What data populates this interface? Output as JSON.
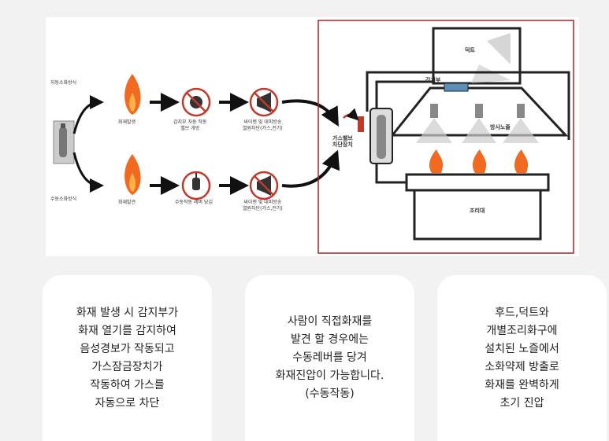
{
  "diagram": {
    "auto_mode": "자동소화방식",
    "manual_mode": "수동소화방식",
    "fire_occur": "화재발생",
    "fire_detect": "화재발견",
    "auto_step2": "감지부 자동 작동\n밸브 개방",
    "manual_step2": "수동작동 레버 당김",
    "alarm_top": "싸이렌 및 대피방송\n열원차단(가스,전기)",
    "alarm_bottom": "싸이렌 및 대피방송\n열원차단(가스,전기)",
    "duct": "덕트",
    "detector": "감지부",
    "nozzle": "방사노즐",
    "gas_valve": "가스밸브\n차단장치",
    "stove": "조리대"
  },
  "cards": [
    {
      "text": "화재 발생 시 감지부가\n화재 열기를 감지하여\n음성경보가 작동되고\n가스잠금장치가\n작동하여 가스를\n자동으로 차단"
    },
    {
      "text": "사람이 직접화재를\n발견 할 경우에는\n수동레버를 당겨\n화재진압이 가능합니다.\n(수동작동)"
    },
    {
      "text": "후드,덕트와\n개별조리화구에\n설치된 노즐에서\n소화약제 방출로\n화재를 완벽하게\n초기 진압"
    }
  ],
  "colors": {
    "frame_red": "#b22222",
    "flame_orange": "#f26a21",
    "icon_red": "#c0392b"
  }
}
